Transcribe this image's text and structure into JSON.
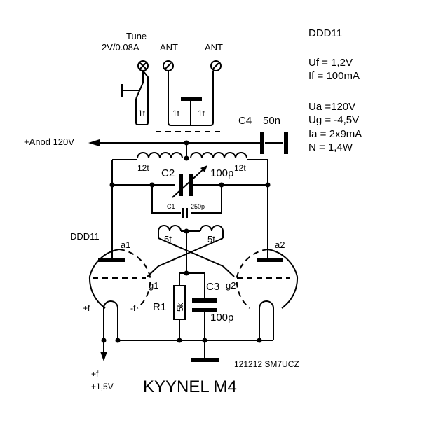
{
  "labels": {
    "tune_title": "Tune",
    "tune_rating": "2V/0.08A",
    "ant_left": "ANT",
    "ant_right": "ANT",
    "tube_title_right": "DDD11",
    "uf": "Uf = 1,2V",
    "if": "If = 100mA",
    "ua": "Ua =120V",
    "ug": "Ug = -4,5V",
    "ia": "Ia = 2x9mA",
    "n": "N = 1,4W",
    "c4": "C4",
    "c4_value": "50n",
    "anode": "+Anod  120V",
    "coil_1t_a": "1t",
    "coil_1t_b": "1t",
    "coil_1t_c": "1t",
    "coil_12t_left": "12t",
    "coil_12t_right": "12t",
    "c2": "C2",
    "c2_value": "100p",
    "c1": "C1",
    "c1_value": "250p",
    "tube_title_left": "DDD11",
    "a1": "a1",
    "a2": "a2",
    "coil_5t_left": "5t",
    "coil_5t_right": "5t",
    "g1": "g1",
    "g2": "g2",
    "plus_f_fil": "+f",
    "minus_f": "-f",
    "r1": "R1",
    "r1_value": "5k",
    "c3": "C3",
    "c3_value": "100p",
    "plus_f_out": "+f",
    "plus_f_volt": "+1,5V",
    "credit": "121212 SM7UCZ",
    "title": "KYYNEL M4"
  }
}
